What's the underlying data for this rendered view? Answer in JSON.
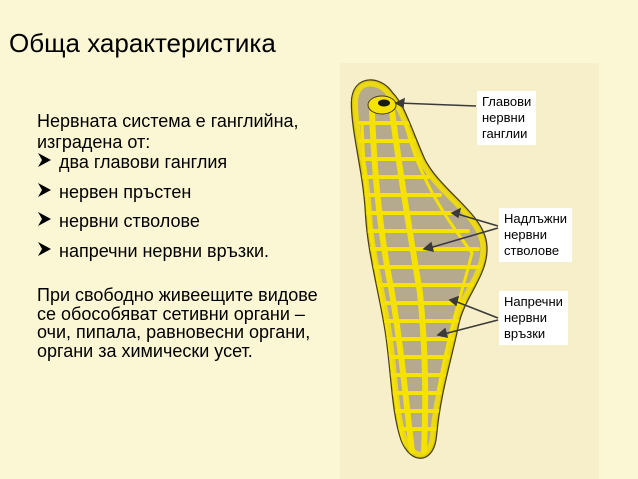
{
  "title": "Обща характеристика",
  "intro": "Нервната система е ганглийна, изградена от:",
  "bullets": [
    "два главови ганглия",
    "нервен пръстен",
    "нервни стволове",
    "напречни нервни връзки."
  ],
  "paragraph": "При свободно живеещите видове се обособяват сетивни органи – очи, пипала, равновесни органи, органи за химически усет.",
  "labels": {
    "head_ganglia": [
      "Главови",
      "нервни",
      "ганглии"
    ],
    "longitudinal_trunks": [
      "Надлъжни",
      "нервни",
      "стволове"
    ],
    "transverse_connections": [
      "Напречни",
      "нервни",
      "връзки"
    ]
  },
  "bullet_icon": "arrowhead-bullet-icon",
  "colors": {
    "background": "#fbf6d3",
    "figure_background": "#f6efc9",
    "nerve_yellow": "#f5e200",
    "body_outline": "#4a3f1a",
    "body_fill": "#b5a98e"
  }
}
